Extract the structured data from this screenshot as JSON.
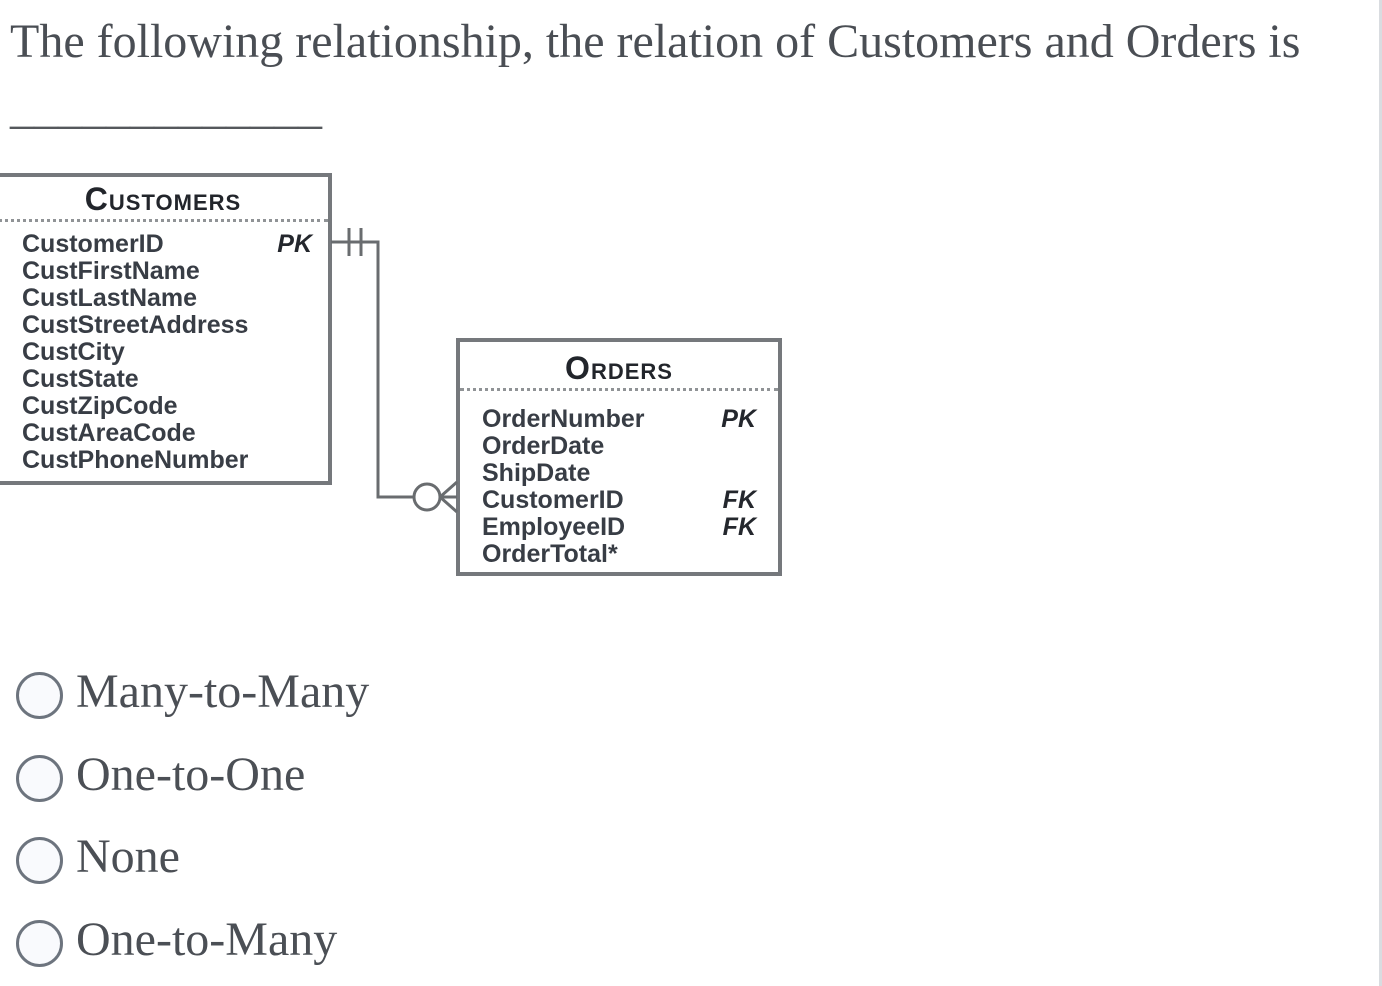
{
  "question": {
    "text": "The following relationship, the relation of Customers and Orders is",
    "blank": "_____________"
  },
  "diagram": {
    "customers": {
      "title": "Customers",
      "fields": [
        {
          "name": "CustomerID",
          "key": "PK"
        },
        {
          "name": "CustFirstName",
          "key": ""
        },
        {
          "name": "CustLastName",
          "key": ""
        },
        {
          "name": "CustStreetAddress",
          "key": ""
        },
        {
          "name": "CustCity",
          "key": ""
        },
        {
          "name": "CustState",
          "key": ""
        },
        {
          "name": "CustZipCode",
          "key": ""
        },
        {
          "name": "CustAreaCode",
          "key": ""
        },
        {
          "name": "CustPhoneNumber",
          "key": ""
        }
      ]
    },
    "orders": {
      "title": "Orders",
      "fields": [
        {
          "name": "OrderNumber",
          "key": "PK"
        },
        {
          "name": "OrderDate",
          "key": ""
        },
        {
          "name": "ShipDate",
          "key": ""
        },
        {
          "name": "CustomerID",
          "key": "FK"
        },
        {
          "name": "EmployeeID",
          "key": "FK"
        },
        {
          "name": "OrderTotal*",
          "key": ""
        }
      ]
    },
    "connector": {
      "customers_end_notation": "one-and-only-one",
      "orders_end_notation": "zero-or-many"
    }
  },
  "options": [
    {
      "label": "Many-to-Many",
      "selected": false
    },
    {
      "label": "One-to-One",
      "selected": false
    },
    {
      "label": "None",
      "selected": false
    },
    {
      "label": "One-to-Many",
      "selected": false
    }
  ],
  "colors": {
    "text": "#4a4e54",
    "entity_border": "#75787c",
    "entity_text": "#343941",
    "diagram_line": "#696c6f",
    "radio_border": "#6d747e",
    "radio_fill": "#f9fafd"
  }
}
